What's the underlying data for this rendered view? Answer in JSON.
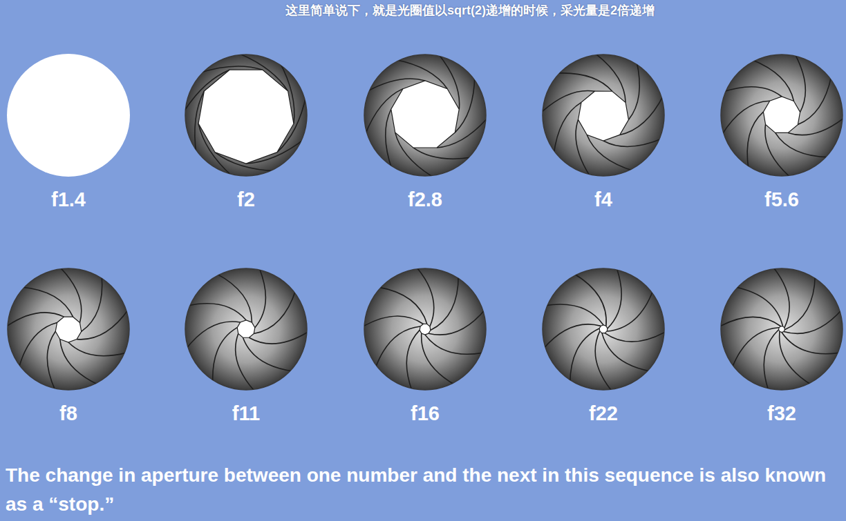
{
  "diagram": {
    "title": "这里简单说下，就是光圈值以sqrt(2)递增的时候，采光量是2倍递增",
    "caption": "The change in aperture between one number and the next in this sequence is also known as a “stop.”",
    "nodes": [
      {
        "text": [
          "f1.4"
        ]
      },
      {
        "text": [
          "f2"
        ]
      },
      {
        "text": [
          "f2.8"
        ]
      },
      {
        "text": [
          "f4"
        ]
      },
      {
        "text": [
          "f5.6"
        ]
      },
      {
        "text": [
          "f8"
        ]
      },
      {
        "text": [
          "f11"
        ]
      },
      {
        "text": [
          "f16"
        ]
      },
      {
        "text": [
          "f22"
        ]
      },
      {
        "text": [
          "f32"
        ]
      }
    ]
  }
}
